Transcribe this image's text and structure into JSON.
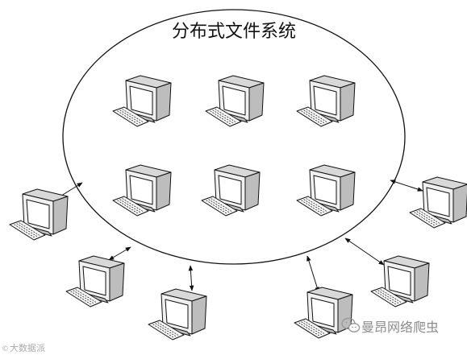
{
  "diagram": {
    "title": "分布式文件系统",
    "colors": {
      "outline": "#111111",
      "monitor_front": "#f0f0f0",
      "monitor_side": "#bdbdbd",
      "monitor_top": "#d8d8d8",
      "screen": "#ffffff",
      "keyboard": "#f4f4f4",
      "ring": "#111111"
    },
    "inner_nodes": [
      {
        "label": "computer-1"
      },
      {
        "label": "computer-2"
      },
      {
        "label": "computer-3"
      },
      {
        "label": "computer-4"
      },
      {
        "label": "computer-5"
      },
      {
        "label": "computer-6"
      }
    ],
    "outer_nodes": [
      {
        "label": "client-left"
      },
      {
        "label": "client-bottom-left"
      },
      {
        "label": "client-bottom-middle"
      },
      {
        "label": "client-bottom-right"
      },
      {
        "label": "client-lower-right"
      },
      {
        "label": "client-right"
      }
    ],
    "connection_style": "double-arrow"
  },
  "watermark_left": {
    "text": "大数据派"
  },
  "watermark_right": {
    "text": "曼昂网络爬虫",
    "icon": "wechat-icon"
  }
}
